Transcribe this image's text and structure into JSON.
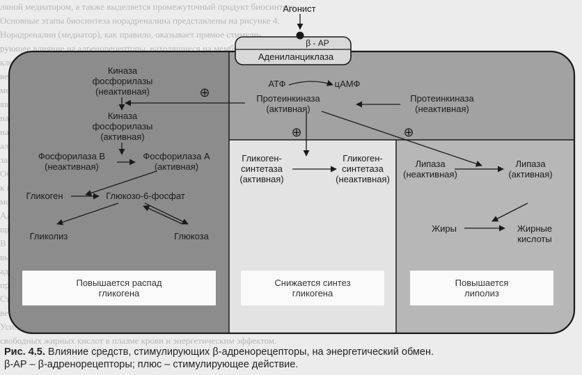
{
  "background_text": [
    "ляной медиатором, а также выделяется промежуточный продукт биосинтеза.",
    "Основные этапы биосинтеза норадреналина представлены на рисунке 4.",
    "Норадреналин (медиатор), как правило, оказывает прямое стимули-",
    "рующее влияние на адренорецепторы, находящиеся на мембранах",
    "клеток эффекторных органов. Однако тиамин, тирамин и другие",
    "вещества могут действовать и опосредованно, через высвобождение",
    "медиатора из окончаний адренергических волокон. Норадреналин",
    "является предшественником адреналина в мозговом веществе",
    "надпочечников. Адреналин оказывает более выраженное действие",
    "на бета-адренорецепторы, тогда как норадреналин действует на",
    "альфа-адренорецепторы. Действие катехоламинов на адренорецепторы",
    "зависит от типа рецепторов и их локализации в тканях организма.",
    "Обратный захват медиатора нейрональными окончаниями приводит",
    "к прекращению его действия. Часть медиатора разрушается ферментами",
    "моноаминоксидазой и катехол-О-метилтрансферазой в синапсах.",
    "Адренергические средства подразделяются на средства, стимулирую-",
    "щие адренорецепторы, и средства, блокирующие адренорецепторы.",
    "В зависимости от избирательности действия на подтипы рецепторов",
    "выделяют альфа- и бета-адреномиметики, а также альфа- и бета-",
    "адреноблокаторы. Препараты широко применяются в клинической",
    "практике при сердечно-сосудистых и бронхолегочных заболеваниях.",
    "Стимуляция бета-адренорецепторов приводит к изменениям обмена",
    "веществ. Повышается гликогенолиз в печени и скелетных мышцах.",
    "Усиливается липолиз, что сопровождается повышением концентрации",
    "свободных жирных кислот в плазме крови и энергетическим эффектом."
  ],
  "diagram": {
    "agonist": "Агонист",
    "receptor": "β - АР",
    "adenylate_cyclase": "Адениланциклаза",
    "atp": "АТФ",
    "camp": "цАМФ",
    "protein_kinase_active": [
      "Протеинкиназа",
      "(активная)"
    ],
    "protein_kinase_inactive": [
      "Протеинкиназа",
      "(неактивная)"
    ],
    "phosphorylase_kinase_inactive": [
      "Киназа",
      "фосфорилазы",
      "(неактивная)"
    ],
    "phosphorylase_kinase_active": [
      "Киназа",
      "фосфорилазы",
      "(активная)"
    ],
    "phosphorylase_b": [
      "Фосфорилаза В",
      "(неактивная)"
    ],
    "phosphorylase_a": [
      "Фосфорилаза А",
      "(активная)"
    ],
    "glycogen": "Гликоген",
    "glucose_6_phosphate": "Глюкозо-6-фосфат",
    "glycolysis": "Гликолиз",
    "glucose": "Глюкоза",
    "glycogen_synthase_active": [
      "Гликоген-",
      "синтетаза",
      "(активная)"
    ],
    "glycogen_synthase_inactive": [
      "Гликоген-",
      "синтетаза",
      "(неактивная)"
    ],
    "lipase_inactive": [
      "Липаза",
      "(неактивная)"
    ],
    "lipase_active": [
      "Липаза",
      "(активная)"
    ],
    "fats": "Жиры",
    "fatty_acids": [
      "Жирные",
      "кислоты"
    ],
    "plus_symbol": "⊕",
    "outcomes": [
      [
        "Повышается распад",
        "гликогена"
      ],
      [
        "Снижается синтез",
        "гликогена"
      ],
      [
        "Повышается",
        "липолиз"
      ]
    ]
  },
  "caption": {
    "label": "Рис. 4.5.",
    "line1": " Влияние средств, стимулирующих β-адренорецепторы, на энергетический обмен.",
    "line2": "β-АР – β-адренорецепторы; плюс – стимулирующее действие."
  },
  "colors": {
    "cell_dark": "#8a8a8a",
    "cell_mid": "#b2b2b2",
    "cell_light": "#e6e6e6",
    "outline": "#1a1a1a"
  }
}
